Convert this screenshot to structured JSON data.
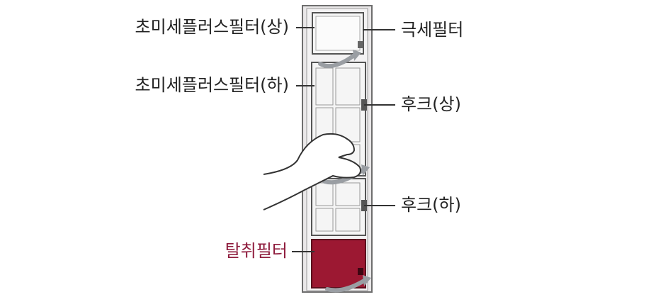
{
  "labels": {
    "ultrafine_upper": "초미세플러스필터(상)",
    "ultrafine_lower": "초미세플러스필터(하)",
    "deodorizing": "탈취필터",
    "fine_filter": "극세필터",
    "hook_upper": "후크(상)",
    "hook_lower": "후크(하)"
  },
  "colors": {
    "text": "#222222",
    "deodorizing_label": "#8e1b3c",
    "deodorizing_fill": "#9c1832",
    "frame": "#8a8a8a",
    "arrow": "#9a9ea3"
  },
  "icons": [
    "rotation-arrow-icon",
    "hand-icon"
  ]
}
